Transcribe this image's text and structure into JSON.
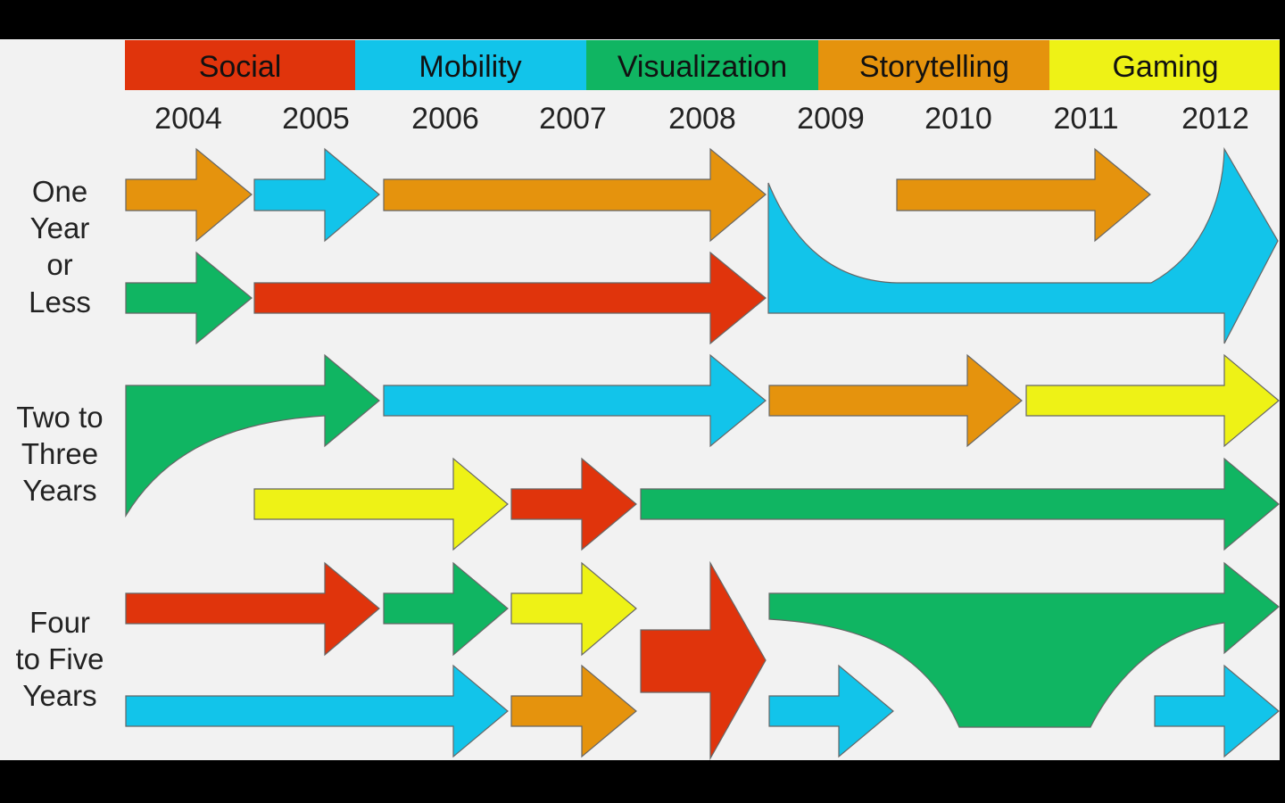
{
  "categories": [
    {
      "label": "Social",
      "color": "#e0340c"
    },
    {
      "label": "Mobility",
      "color": "#12c4ea"
    },
    {
      "label": "Visualization",
      "color": "#10b562"
    },
    {
      "label": "Storytelling",
      "color": "#e5930d"
    },
    {
      "label": "Gaming",
      "color": "#eef216"
    }
  ],
  "years": [
    "2004",
    "2005",
    "2006",
    "2007",
    "2008",
    "2009",
    "2010",
    "2011",
    "2012"
  ],
  "horizons": [
    {
      "lines": [
        "One",
        "Year",
        "or",
        "Less"
      ]
    },
    {
      "lines": [
        "Two to",
        "Three",
        "Years"
      ]
    },
    {
      "lines": [
        "Four",
        "to Five",
        "Years"
      ]
    }
  ],
  "colors": {
    "social": "#e0340c",
    "mobility": "#12c4ea",
    "visualization": "#10b562",
    "storytelling": "#e5930d",
    "gaming": "#eef216",
    "background": "#f2f2f2"
  }
}
